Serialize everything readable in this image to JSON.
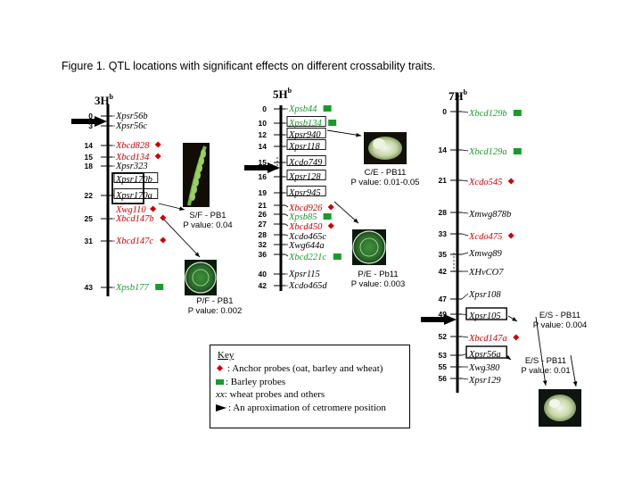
{
  "figure": {
    "caption": "Figure 1.   QTL locations with significant effects on different crossability traits."
  },
  "colors": {
    "anchor": "#cc0000",
    "barley": "#1a9a2a",
    "other": "#000000"
  },
  "chromosomes": [
    {
      "id": "3H",
      "name": "3H",
      "sup": "b",
      "markers": [
        {
          "pos": "0",
          "name": "Xpsr56b",
          "type": "other",
          "boxed": false
        },
        {
          "pos": "3",
          "name": "Xpsr56c",
          "type": "other",
          "boxed": false
        },
        {
          "pos": "14",
          "name": "Xbcd828",
          "type": "anchor",
          "boxed": false
        },
        {
          "pos": "15",
          "name": "Xbcd134",
          "type": "anchor",
          "boxed": false
        },
        {
          "pos": "18",
          "name": "Xpsr323",
          "type": "other",
          "boxed": false
        },
        {
          "pos": "",
          "name": "Xpsr170b",
          "type": "other",
          "boxed": true
        },
        {
          "pos": "22",
          "name": "Xpsr170a",
          "type": "other",
          "boxed": true
        },
        {
          "pos": "",
          "name": "Xwg110",
          "type": "anchor",
          "boxed": false
        },
        {
          "pos": "25",
          "name": "Xbcd147b",
          "type": "anchor",
          "boxed": false
        },
        {
          "pos": "31",
          "name": "Xbcd147c",
          "type": "anchor",
          "boxed": false
        },
        {
          "pos": "43",
          "name": "Xpsb177",
          "type": "barley",
          "boxed": false
        }
      ]
    },
    {
      "id": "5H",
      "name": "5H",
      "sup": "b",
      "markers": [
        {
          "pos": "0",
          "name": "Xpsb44",
          "type": "barley",
          "boxed": false
        },
        {
          "pos": "10",
          "name": "Xpsb134",
          "type": "barley",
          "boxed": true
        },
        {
          "pos": "12",
          "name": "Xpsr940",
          "type": "other",
          "boxed": true
        },
        {
          "pos": "14",
          "name": "Xpsr118",
          "type": "other",
          "boxed": true
        },
        {
          "pos": "15",
          "name": "Xcdo749",
          "type": "other",
          "boxed": true
        },
        {
          "pos": "16",
          "name": "Xpsr128",
          "type": "other",
          "boxed": true
        },
        {
          "pos": "19",
          "name": "Xpsr945",
          "type": "other",
          "boxed": true
        },
        {
          "pos": "21",
          "name": "Xbcd926",
          "type": "anchor",
          "boxed": false
        },
        {
          "pos": "26",
          "name": "Xpsb85",
          "type": "barley",
          "boxed": false
        },
        {
          "pos": "27",
          "name": "Xbcd450",
          "type": "anchor",
          "boxed": false
        },
        {
          "pos": "28",
          "name": "Xcdo465c",
          "type": "other",
          "boxed": false
        },
        {
          "pos": "32",
          "name": "Xwg644a",
          "type": "other",
          "boxed": false
        },
        {
          "pos": "36",
          "name": "Xbcd221c",
          "type": "barley",
          "boxed": false
        },
        {
          "pos": "40",
          "name": "Xpsr115",
          "type": "other",
          "boxed": false
        },
        {
          "pos": "42",
          "name": "Xcdo465d",
          "type": "other",
          "boxed": false
        }
      ]
    },
    {
      "id": "7H",
      "name": "7H",
      "sup": "b",
      "markers": [
        {
          "pos": "0",
          "name": "Xbcd129b",
          "type": "barley",
          "boxed": false
        },
        {
          "pos": "14",
          "name": "Xbcd129a",
          "type": "barley",
          "boxed": false
        },
        {
          "pos": "21",
          "name": "Xcdo545",
          "type": "anchor",
          "boxed": false
        },
        {
          "pos": "28",
          "name": "Xmwg878b",
          "type": "other",
          "boxed": false
        },
        {
          "pos": "33",
          "name": "Xcdo475",
          "type": "anchor",
          "boxed": false
        },
        {
          "pos": "35",
          "name": "Xmwg89",
          "type": "other",
          "boxed": false
        },
        {
          "pos": "42",
          "name": "XHvCO7",
          "type": "other",
          "boxed": false
        },
        {
          "pos": "47",
          "name": "Xpsr108",
          "type": "other",
          "boxed": false
        },
        {
          "pos": "49",
          "name": "Xpsr105",
          "type": "other",
          "boxed": true
        },
        {
          "pos": "52",
          "name": "Xbcd147a",
          "type": "anchor",
          "boxed": false
        },
        {
          "pos": "53",
          "name": "Xpsr56a",
          "type": "other",
          "boxed": true
        },
        {
          "pos": "55",
          "name": "Xwg380",
          "type": "other",
          "boxed": false
        },
        {
          "pos": "56",
          "name": "Xpsr129",
          "type": "other",
          "boxed": false
        }
      ]
    }
  ],
  "annotations": {
    "sf": {
      "trait": "S/F - PB1",
      "pvalue": "P value: 0.04"
    },
    "pf": {
      "trait": "P/F - PB1",
      "pvalue": "P value: 0.002"
    },
    "ce": {
      "trait": "C/E - PB11",
      "pvalue": "P value: 0.01-0.05"
    },
    "pe": {
      "trait": "P/E - Pb11",
      "pvalue": "P value: 0.003"
    },
    "es1": {
      "trait": "E/S - PB11",
      "pvalue": "P value: 0.004"
    },
    "es2": {
      "trait": "E/S - PB11",
      "pvalue": "P value: 0.01"
    }
  },
  "key": {
    "title": "Key",
    "anchor": ":  Anchor probes (oat, barley and wheat)",
    "barley": ": Barley probes",
    "others_sym": "xx",
    "others": ": wheat probes and others",
    "centromere": ": An aproximation of cetromere position"
  }
}
